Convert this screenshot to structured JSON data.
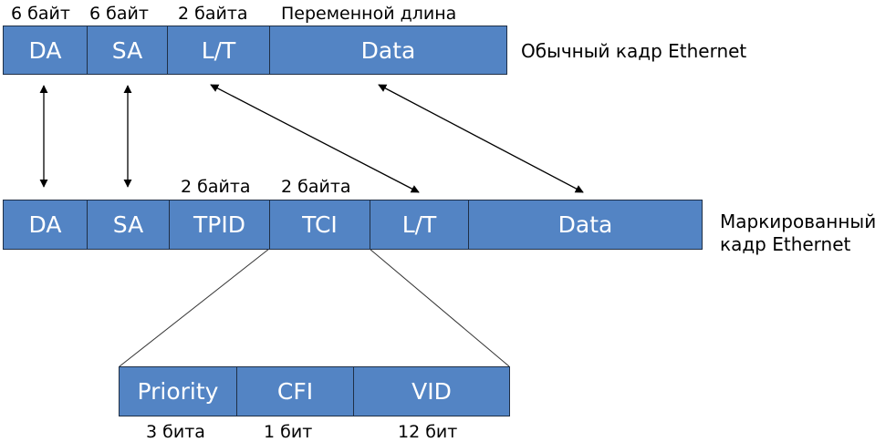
{
  "top_frame": {
    "caption": "Обычный кадр Ethernet",
    "fields": [
      "DA",
      "SA",
      "L/T",
      "Data"
    ],
    "sizes": [
      "6 байт",
      "6 байт",
      "2 байта",
      "Переменной длина"
    ]
  },
  "tagged_frame": {
    "caption_line1": "Маркированный",
    "caption_line2": "кадр Ethernet",
    "fields": [
      "DA",
      "SA",
      "TPID",
      "TCI",
      "L/T",
      "Data"
    ],
    "sizes": [
      "2 байта",
      "2 байта"
    ]
  },
  "tci_breakdown": {
    "fields": [
      "Priority",
      "CFI",
      "VID"
    ],
    "sizes": [
      "3 бита",
      "1 бит",
      "12 бит"
    ]
  },
  "colors": {
    "field_fill": "#5384c4",
    "field_border": "#1f2f46",
    "field_text": "#ffffff"
  }
}
